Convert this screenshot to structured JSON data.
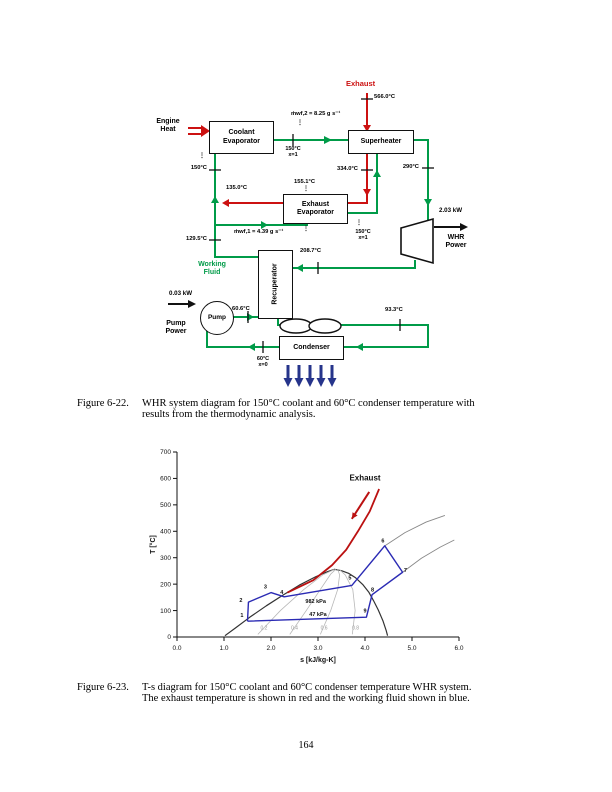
{
  "page_number": "164",
  "figure22": {
    "components": {
      "coolant_evaporator": "Coolant\nEvaporator",
      "superheater": "Superheater",
      "exhaust_evaporator": "Exhaust\nEvaporator",
      "recuperator": "Recuperator",
      "condenser": "Condenser",
      "pump": "Pump"
    },
    "labels": {
      "exhaust": "Exhaust",
      "exhaust_in_temp": "566.0°C",
      "engine_heat": "Engine\nHeat",
      "mdot_wf2": "ṁwf,2 = 8.25 g s⁻¹",
      "feed_state": "150°C\nx=1",
      "coolant_line_temp": "150°C",
      "superheater_exhaust_out": "334.0°C",
      "turbine_in_temp": "290°C",
      "exhaust_out_temp": "135.0°C",
      "exhaust_evap_in_temp": "155.1°C",
      "recuperator_out_temp": "129.5°C",
      "mdot_wf1": "ṁwf,1 = 4.39 g s⁻¹",
      "exhaust_evap_out_state": "150°C\nx=1",
      "turbine_power": "2.03 kW",
      "whr_power": "WHR\nPower",
      "turbine_out_temp": "208.7°C",
      "working_fluid": "Working\nFluid",
      "pump_power_value": "0.03 kW",
      "pump_power": "Pump\nPower",
      "pump_out_temp": "60.6°C",
      "recuperator_hot_out_temp": "93.3°C",
      "condenser_out_state": "60°C\nx=0",
      "dots": "⋮"
    },
    "colors": {
      "working_fluid": "#009b48",
      "exhaust": "#cc1111",
      "condenser_air": "#26348b"
    },
    "caption": {
      "label": "Figure 6-22.",
      "text": "WHR system diagram for 150°C coolant and 60°C condenser temperature with\nresults from the thermodynamic analysis."
    }
  },
  "figure23": {
    "caption": {
      "label": "Figure 6-23.",
      "text": "T-s diagram for 150°C coolant and 60°C condenser temperature WHR system.\nThe exhaust temperature is shown in red and the working fluid shown in blue."
    }
  },
  "chart_data": {
    "type": "line",
    "title": "",
    "xlabel": "s [kJ/kg-K]",
    "ylabel": "T [°C]",
    "xlim": [
      0.0,
      6.0
    ],
    "ylim": [
      0,
      700
    ],
    "x_ticks": [
      "0.0",
      "1.0",
      "2.0",
      "3.0",
      "4.0",
      "5.0",
      "6.0"
    ],
    "y_ticks": [
      "0",
      "100",
      "200",
      "300",
      "400",
      "500",
      "600",
      "700"
    ],
    "grid": false,
    "legend": "none",
    "series": [
      {
        "name": "saturation-dome",
        "color": "#333333",
        "width": 1.2,
        "points": [
          [
            1.02,
            5
          ],
          [
            1.25,
            35
          ],
          [
            1.55,
            75
          ],
          [
            1.9,
            118
          ],
          [
            2.25,
            158
          ],
          [
            2.6,
            196
          ],
          [
            2.95,
            228
          ],
          [
            3.2,
            247
          ],
          [
            3.35,
            256
          ],
          [
            3.5,
            251
          ],
          [
            3.65,
            241
          ],
          [
            3.8,
            224
          ],
          [
            3.95,
            199
          ],
          [
            4.08,
            170
          ],
          [
            4.18,
            138
          ],
          [
            4.28,
            103
          ],
          [
            4.38,
            62
          ],
          [
            4.45,
            25
          ],
          [
            4.48,
            5
          ]
        ]
      },
      {
        "name": "quality-line-0.2",
        "color": "#b8b8b8",
        "width": 0.8,
        "points": [
          [
            1.72,
            10
          ],
          [
            2.2,
            100
          ],
          [
            2.7,
            180
          ],
          [
            3.1,
            235
          ],
          [
            3.35,
            256
          ]
        ]
      },
      {
        "name": "quality-line-0.4",
        "color": "#b8b8b8",
        "width": 0.8,
        "points": [
          [
            2.4,
            10
          ],
          [
            2.75,
            100
          ],
          [
            3.05,
            180
          ],
          [
            3.27,
            238
          ],
          [
            3.38,
            256
          ]
        ]
      },
      {
        "name": "quality-line-0.6",
        "color": "#b8b8b8",
        "width": 0.8,
        "points": [
          [
            3.05,
            10
          ],
          [
            3.27,
            100
          ],
          [
            3.42,
            180
          ],
          [
            3.46,
            235
          ],
          [
            3.42,
            256
          ]
        ]
      },
      {
        "name": "quality-line-0.8",
        "color": "#b8b8b8",
        "width": 0.8,
        "points": [
          [
            3.73,
            10
          ],
          [
            3.79,
            100
          ],
          [
            3.74,
            180
          ],
          [
            3.58,
            235
          ],
          [
            3.45,
            256
          ]
        ]
      },
      {
        "name": "isobar-982kPa-extension",
        "color": "#888888",
        "width": 0.9,
        "points": [
          [
            4.42,
            345
          ],
          [
            4.85,
            395
          ],
          [
            5.3,
            435
          ],
          [
            5.7,
            460
          ]
        ]
      },
      {
        "name": "isobar-47kPa-extension",
        "color": "#888888",
        "width": 0.9,
        "points": [
          [
            4.8,
            245
          ],
          [
            5.2,
            298
          ],
          [
            5.6,
            340
          ],
          [
            5.9,
            367
          ]
        ]
      },
      {
        "name": "exhaust-temperature",
        "color": "#bb1111",
        "width": 1.8,
        "points": [
          [
            2.35,
            168
          ],
          [
            2.9,
            215
          ],
          [
            3.3,
            272
          ],
          [
            3.6,
            330
          ],
          [
            3.85,
            400
          ],
          [
            4.1,
            475
          ],
          [
            4.3,
            560
          ]
        ]
      },
      {
        "name": "working-fluid-cycle",
        "color": "#2b2bb4",
        "width": 1.4,
        "points": [
          [
            1.5,
            60
          ],
          [
            1.52,
            132
          ],
          [
            2.0,
            168
          ],
          [
            2.28,
            152
          ],
          [
            3.72,
            195
          ],
          [
            4.42,
            345
          ],
          [
            4.8,
            245
          ],
          [
            4.15,
            160
          ],
          [
            4.03,
            75
          ],
          [
            1.5,
            60
          ]
        ]
      }
    ],
    "point_labels": [
      {
        "text": "1",
        "s": 1.38,
        "T": 76
      },
      {
        "text": "2",
        "s": 1.36,
        "T": 133
      },
      {
        "text": "3",
        "s": 1.88,
        "T": 183
      },
      {
        "text": "4",
        "s": 2.23,
        "T": 163
      },
      {
        "text": "5",
        "s": 3.68,
        "T": 218
      },
      {
        "text": "6",
        "s": 4.38,
        "T": 358
      },
      {
        "text": "7",
        "s": 4.86,
        "T": 246
      },
      {
        "text": "8",
        "s": 4.16,
        "T": 172
      },
      {
        "text": "9",
        "s": 4.0,
        "T": 93
      }
    ],
    "annotations": [
      {
        "text": "Exhaust",
        "s": 4.0,
        "T": 592,
        "color": "#111111",
        "size": 8,
        "bold": true
      },
      {
        "text": "982 kPa",
        "s": 2.95,
        "T": 128,
        "color": "#111111",
        "size": 5.5,
        "bold": true
      },
      {
        "text": "47 kPa",
        "s": 3.0,
        "T": 79,
        "color": "#111111",
        "size": 5.5,
        "bold": true
      },
      {
        "text": "0.2",
        "s": 1.85,
        "T": 28,
        "color": "#9a9a9a",
        "size": 5,
        "bold": false
      },
      {
        "text": "0.4",
        "s": 2.5,
        "T": 28,
        "color": "#9a9a9a",
        "size": 5,
        "bold": false
      },
      {
        "text": "0.6",
        "s": 3.13,
        "T": 28,
        "color": "#9a9a9a",
        "size": 5,
        "bold": false
      },
      {
        "text": "0.8",
        "s": 3.8,
        "T": 28,
        "color": "#9a9a9a",
        "size": 5,
        "bold": false
      }
    ],
    "arrow": {
      "from": [
        4.09,
        549
      ],
      "to": [
        3.72,
        447
      ],
      "color": "#bb1111"
    }
  }
}
